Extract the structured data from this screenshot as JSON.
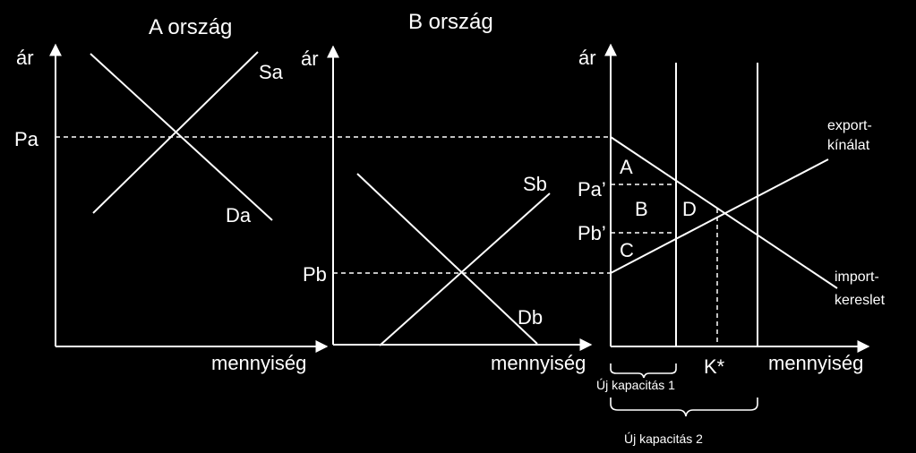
{
  "titles": {
    "a": "A ország",
    "b": "B ország"
  },
  "axes": {
    "price": "ár",
    "quantity": "mennyiség"
  },
  "panel_a": {
    "supply": "Sa",
    "demand": "Da",
    "price": "Pa"
  },
  "panel_b": {
    "supply": "Sb",
    "demand": "Db",
    "price": "Pb"
  },
  "panel_c": {
    "price_a_prime": "Pa’",
    "price_b_prime": "Pb’",
    "area_a": "A",
    "area_b": "B",
    "area_c": "C",
    "area_d": "D",
    "equilibrium_q": "K*",
    "export_supply": [
      "export-",
      "kínálat"
    ],
    "import_demand": [
      "import-",
      "kereslet"
    ],
    "capacity_1": "Új kapacitás 1",
    "capacity_2": "Új kapacitás 2"
  }
}
